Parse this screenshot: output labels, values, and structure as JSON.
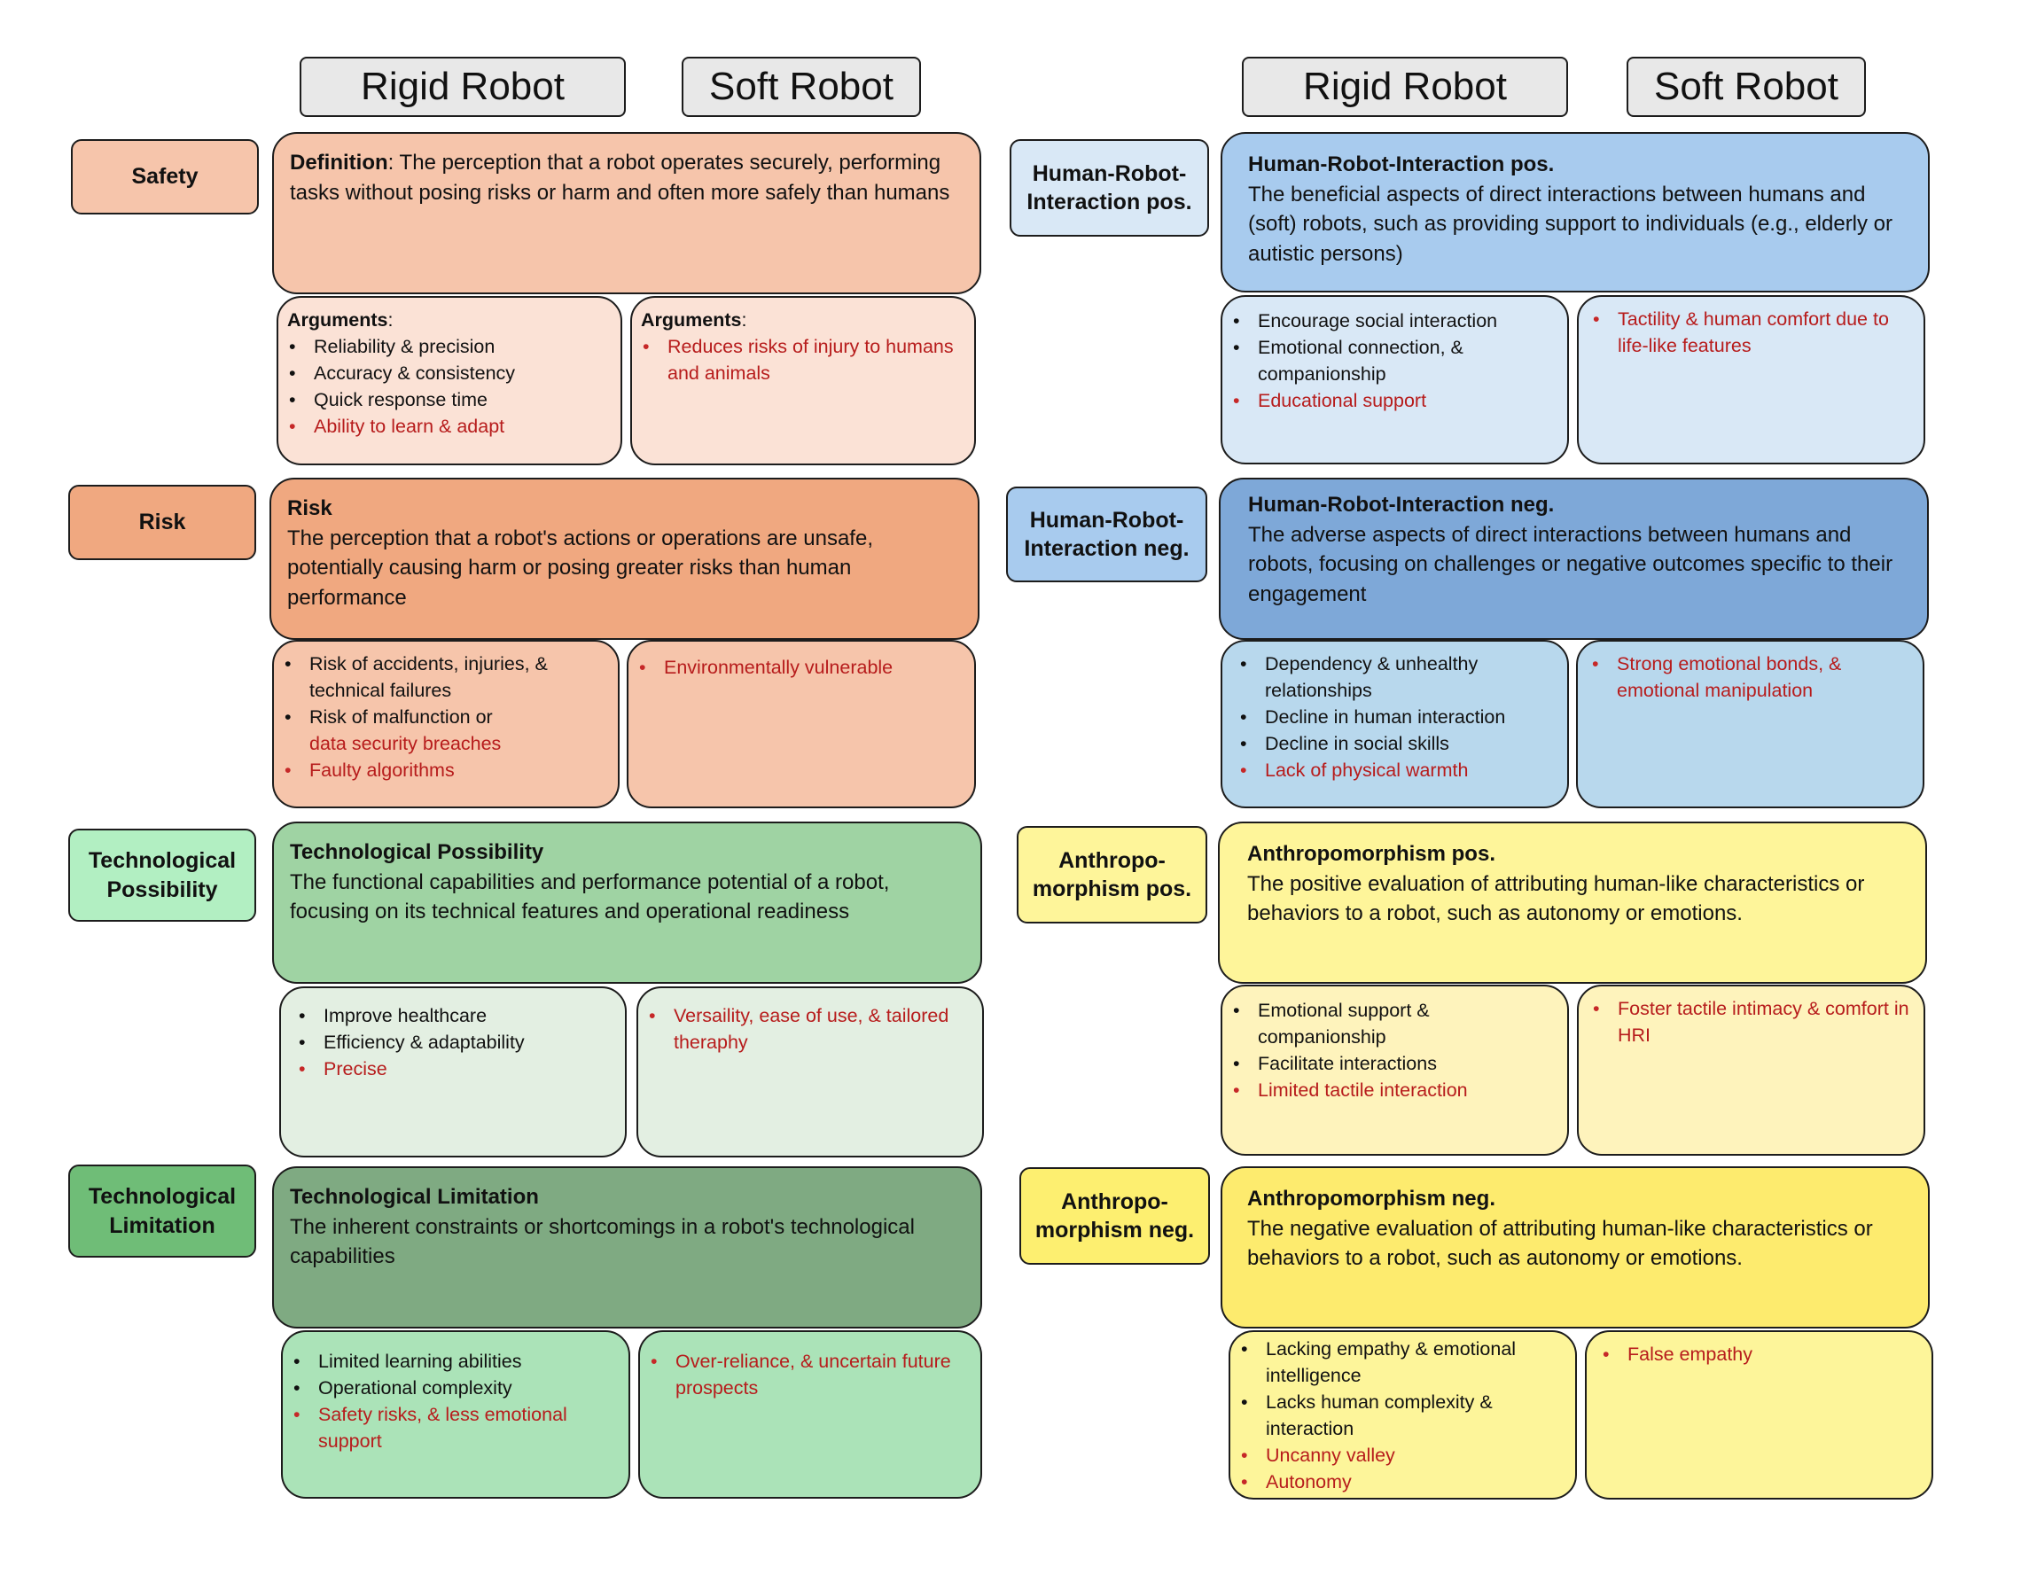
{
  "headers": {
    "rigid": "Rigid Robot",
    "soft": "Soft Robot"
  },
  "colors": {
    "safety_label": "#f6c5ab",
    "safety_def": "#f6c5ab",
    "safety_args": "#fbe2d6",
    "risk_label": "#f0a880",
    "risk_def": "#f0a880",
    "risk_args": "#f6c5ab",
    "techpos_label": "#b2efc2",
    "techpos_def": "#9fd3a3",
    "techpos_args": "#e3efe2",
    "techlim_label": "#6fbd77",
    "techlim_def": "#7faa82",
    "techlim_args": "#abe3b8",
    "hrip_label": "#d9e8f6",
    "hrip_def": "#a8cbee",
    "hrip_args": "#d9e8f6",
    "hrin_label": "#a8cbee",
    "hrin_def": "#7ea8d8",
    "hrin_args": "#b8d8ed",
    "anthp_label": "#fef59a",
    "anthp_def": "#fef59a",
    "anthp_args": "#fef3bc",
    "anthn_label": "#fdef70",
    "anthn_def": "#fdeb6e",
    "anthn_args": "#fdf59a",
    "red_text": "#b71c1c"
  },
  "safety": {
    "label": "Safety",
    "def_title": "Definition",
    "def_text": ": The perception that a robot operates securely, performing tasks without posing risks or harm and often more safely than humans",
    "rigid_heading": "Arguments",
    "rigid_heading_colon": ":",
    "rigid": [
      {
        "text": "Reliability & precision"
      },
      {
        "text": "Accuracy & consistency"
      },
      {
        "text": "Quick response time"
      },
      {
        "text": "Ability to learn & adapt",
        "red": true
      }
    ],
    "soft_heading": "Arguments",
    "soft_heading_colon": ":",
    "soft": [
      {
        "text": "Reduces risks of injury to humans and animals",
        "red": true
      }
    ]
  },
  "risk": {
    "label": "Risk",
    "def_title": "Risk",
    "def_text": "The perception that a robot's actions or operations are unsafe, potentially causing harm or posing greater risks than human performance",
    "rigid_1": "Risk of accidents, injuries, & technical failures",
    "rigid_2a": "Risk of malfunction or ",
    "rigid_2b": "data security breaches",
    "rigid_3": "Faulty algorithms",
    "soft": [
      {
        "text": "Environmentally vulnerable",
        "red": true
      }
    ]
  },
  "techpos": {
    "label": "Technological Possibility",
    "def_title": "Technological Possibility",
    "def_text": "The functional capabilities and performance potential of a robot, focusing on its technical features and operational readiness",
    "rigid": [
      {
        "text": "Improve healthcare"
      },
      {
        "text": "Efficiency & adaptability"
      },
      {
        "text": "Precise",
        "red": true
      }
    ],
    "soft": [
      {
        "text": "Versaility, ease of use, & tailored theraphy",
        "red": true
      }
    ]
  },
  "techlim": {
    "label": "Technological Limitation",
    "def_title": "Technological Limitation",
    "def_text": "The inherent constraints or shortcomings in a robot's technological capabilities",
    "rigid": [
      {
        "text": "Limited learning abilities"
      },
      {
        "text": "Operational complexity"
      },
      {
        "text": "Safety risks, & less emotional support",
        "red": true
      }
    ],
    "soft": [
      {
        "text": "Over-reliance, & uncertain future prospects",
        "red": true
      }
    ]
  },
  "hrip": {
    "label": "Human-Robot-Interaction pos.",
    "def_title": "Human-Robot-Interaction pos.",
    "def_text": "The beneficial aspects of direct interactions between humans and (soft) robots, such as providing support to individuals (e.g., elderly or autistic persons)",
    "rigid": [
      {
        "text": "Encourage social interaction"
      },
      {
        "text": "Emotional connection, & companionship"
      },
      {
        "text": "Educational support",
        "red": true
      }
    ],
    "soft": [
      {
        "text": "Tactility & human comfort due to life-like features",
        "red": true
      }
    ]
  },
  "hrin": {
    "label": "Human-Robot-Interaction neg.",
    "def_title": "Human-Robot-Interaction neg.",
    "def_text": "The adverse aspects of direct interactions between humans and robots, focusing on challenges or negative outcomes specific to their engagement",
    "rigid": [
      {
        "text": "Dependency & unhealthy relationships"
      },
      {
        "text": "Decline in human interaction"
      },
      {
        "text": "Decline in social skills"
      },
      {
        "text": "Lack of physical warmth",
        "red": true
      }
    ],
    "soft": [
      {
        "text": "Strong emotional bonds, & emotional manipulation",
        "red": true
      }
    ]
  },
  "anthp": {
    "label": "Anthropo-morphism pos.",
    "def_title": "Anthropomorphism pos.",
    "def_text": "The positive evaluation of attributing human-like characteristics or behaviors to a robot, such as autonomy or emotions.",
    "rigid": [
      {
        "text": "Emotional support & companionship"
      },
      {
        "text": "Facilitate interactions"
      },
      {
        "text": "Limited tactile interaction",
        "red": true
      }
    ],
    "soft": [
      {
        "text": "Foster tactile intimacy & comfort  in HRI",
        "red": true
      }
    ]
  },
  "anthn": {
    "label": "Anthropo-morphism neg.",
    "def_title": "Anthropomorphism neg.",
    "def_text": "The negative evaluation of attributing human-like characteristics or behaviors to a robot, such as autonomy or emotions.",
    "rigid": [
      {
        "text": "Lacking empathy & emotional intelligence"
      },
      {
        "text": "Lacks human complexity & interaction"
      },
      {
        "text": "Uncanny valley",
        "red": true
      },
      {
        "text": "Autonomy",
        "red": true
      }
    ],
    "soft": [
      {
        "text": "False empathy",
        "red": true
      }
    ]
  }
}
